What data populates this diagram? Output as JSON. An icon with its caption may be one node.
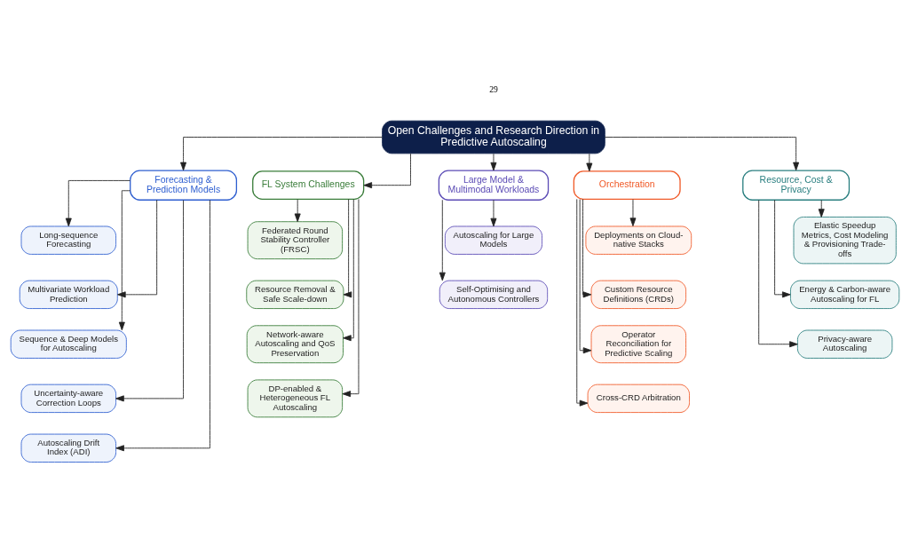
{
  "diagram": {
    "nodes": [
      {
        "text": [
          "Open Challenges and Research Direction in Predictive Autoscaling"
        ]
      },
      {
        "text": [
          "Forecasting & Prediction Models"
        ]
      },
      {
        "text": [
          "Long-sequence Forecasting"
        ]
      },
      {
        "text": [
          "Multivariate Workload Prediction"
        ]
      },
      {
        "text": [
          "Sequence & Deep Models for Autoscaling"
        ]
      },
      {
        "text": [
          "Uncertainty-aware Correction Loops"
        ]
      },
      {
        "text": [
          "Autoscaling Drift Index (ADI)"
        ]
      },
      {
        "text": [
          "FL System Challenges"
        ]
      },
      {
        "text": [
          "Federated Round Stability Controller (FRSC)"
        ]
      },
      {
        "text": [
          "Resource Removal & Safe Scale-down"
        ]
      },
      {
        "text": [
          "Network-aware Autoscaling and QoS Preservation"
        ]
      },
      {
        "text": [
          "DP-enabled & Heterogeneous FL Autoscaling"
        ]
      },
      {
        "text": [
          "Large Model & Multimodal Workloads"
        ]
      },
      {
        "text": [
          "Autoscaling for Large Models"
        ]
      },
      {
        "text": [
          "Self-Optimising and Autonomous Controllers"
        ]
      },
      {
        "text": [
          "Orchestration"
        ]
      },
      {
        "text": [
          "Deployments on Cloud-native Stacks"
        ]
      },
      {
        "text": [
          "Custom Resource Definitions (CRDs)"
        ]
      },
      {
        "text": [
          "Operator Reconciliation for Predictive Scaling"
        ]
      },
      {
        "text": [
          "Cross-CRD Arbitration"
        ]
      },
      {
        "text": [
          "Resource, Cost & Privacy"
        ]
      },
      {
        "text": [
          "Elastic Speedup Metrics, Cost Modeling & Provisioning Trade-offs"
        ]
      },
      {
        "text": [
          "Energy & Carbon-aware Autoscaling for FL"
        ]
      },
      {
        "text": [
          "Privacy-aware Autoscaling"
        ]
      }
    ],
    "edges": [
      {
        "from": 0,
        "to": 1,
        "arrow": "to"
      },
      {
        "from": 0,
        "to": 7,
        "arrow": "to"
      },
      {
        "from": 0,
        "to": 12,
        "arrow": "to"
      },
      {
        "from": 0,
        "to": 15,
        "arrow": "to"
      },
      {
        "from": 0,
        "to": 20,
        "arrow": "to"
      },
      {
        "from": 1,
        "to": 2,
        "arrow": "to"
      },
      {
        "from": 1,
        "to": 3,
        "arrow": "to"
      },
      {
        "from": 1,
        "to": 4,
        "arrow": "to"
      },
      {
        "from": 1,
        "to": 5,
        "arrow": "to"
      },
      {
        "from": 1,
        "to": 6,
        "arrow": "to"
      },
      {
        "from": 7,
        "to": 8,
        "arrow": "to"
      },
      {
        "from": 7,
        "to": 9,
        "arrow": "to"
      },
      {
        "from": 7,
        "to": 10,
        "arrow": "to"
      },
      {
        "from": 7,
        "to": 11,
        "arrow": "to"
      },
      {
        "from": 12,
        "to": 13,
        "arrow": "to"
      },
      {
        "from": 12,
        "to": 14,
        "arrow": "to"
      },
      {
        "from": 15,
        "to": 16,
        "arrow": "to"
      },
      {
        "from": 15,
        "to": 17,
        "arrow": "to"
      },
      {
        "from": 15,
        "to": 18,
        "arrow": "to"
      },
      {
        "from": 15,
        "to": 19,
        "arrow": "to"
      },
      {
        "from": 20,
        "to": 21,
        "arrow": "to"
      },
      {
        "from": 20,
        "to": 22,
        "arrow": "to"
      },
      {
        "from": 20,
        "to": 23,
        "arrow": "to"
      }
    ],
    "labels": [
      "29"
    ]
  }
}
